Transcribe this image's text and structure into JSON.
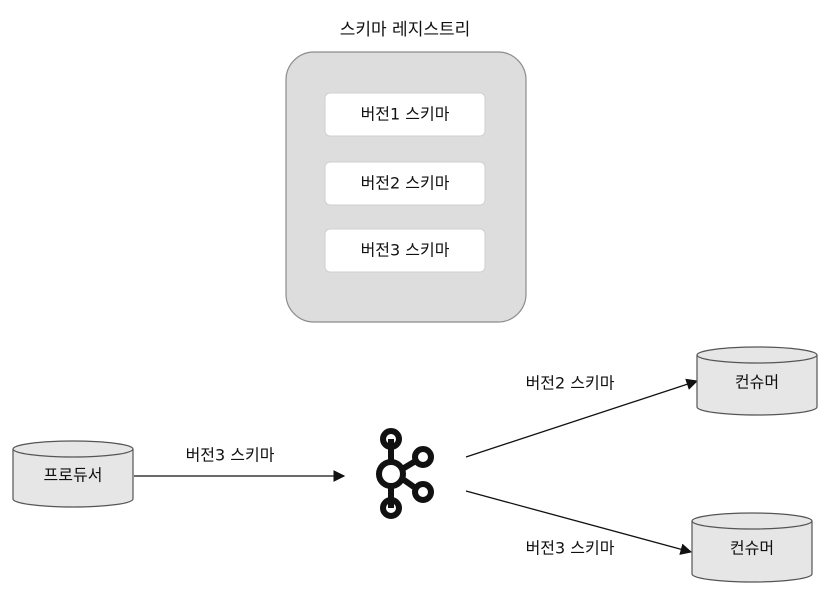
{
  "registry": {
    "title": "스키마 레지스트리",
    "schemas": [
      {
        "label": "버전1 스키마"
      },
      {
        "label": "버전2 스키마"
      },
      {
        "label": "버전3 스키마"
      }
    ]
  },
  "producer": {
    "label": "프로듀서",
    "edge_label": "버전3 스키마"
  },
  "broker": {
    "icon": "kafka-icon"
  },
  "consumers": [
    {
      "label": "컨슈머",
      "edge_label": "버전2 스키마"
    },
    {
      "label": "컨슈머",
      "edge_label": "버전3 스키마"
    }
  ],
  "colors": {
    "registry_fill": "#dddddd",
    "registry_stroke": "#8c8c8c",
    "card_fill": "#ffffff",
    "card_stroke": "#cfcfcf",
    "cylinder_fill": "#e6e6e6",
    "cylinder_stroke": "#555555",
    "edge": "#111111",
    "icon": "#111111"
  }
}
